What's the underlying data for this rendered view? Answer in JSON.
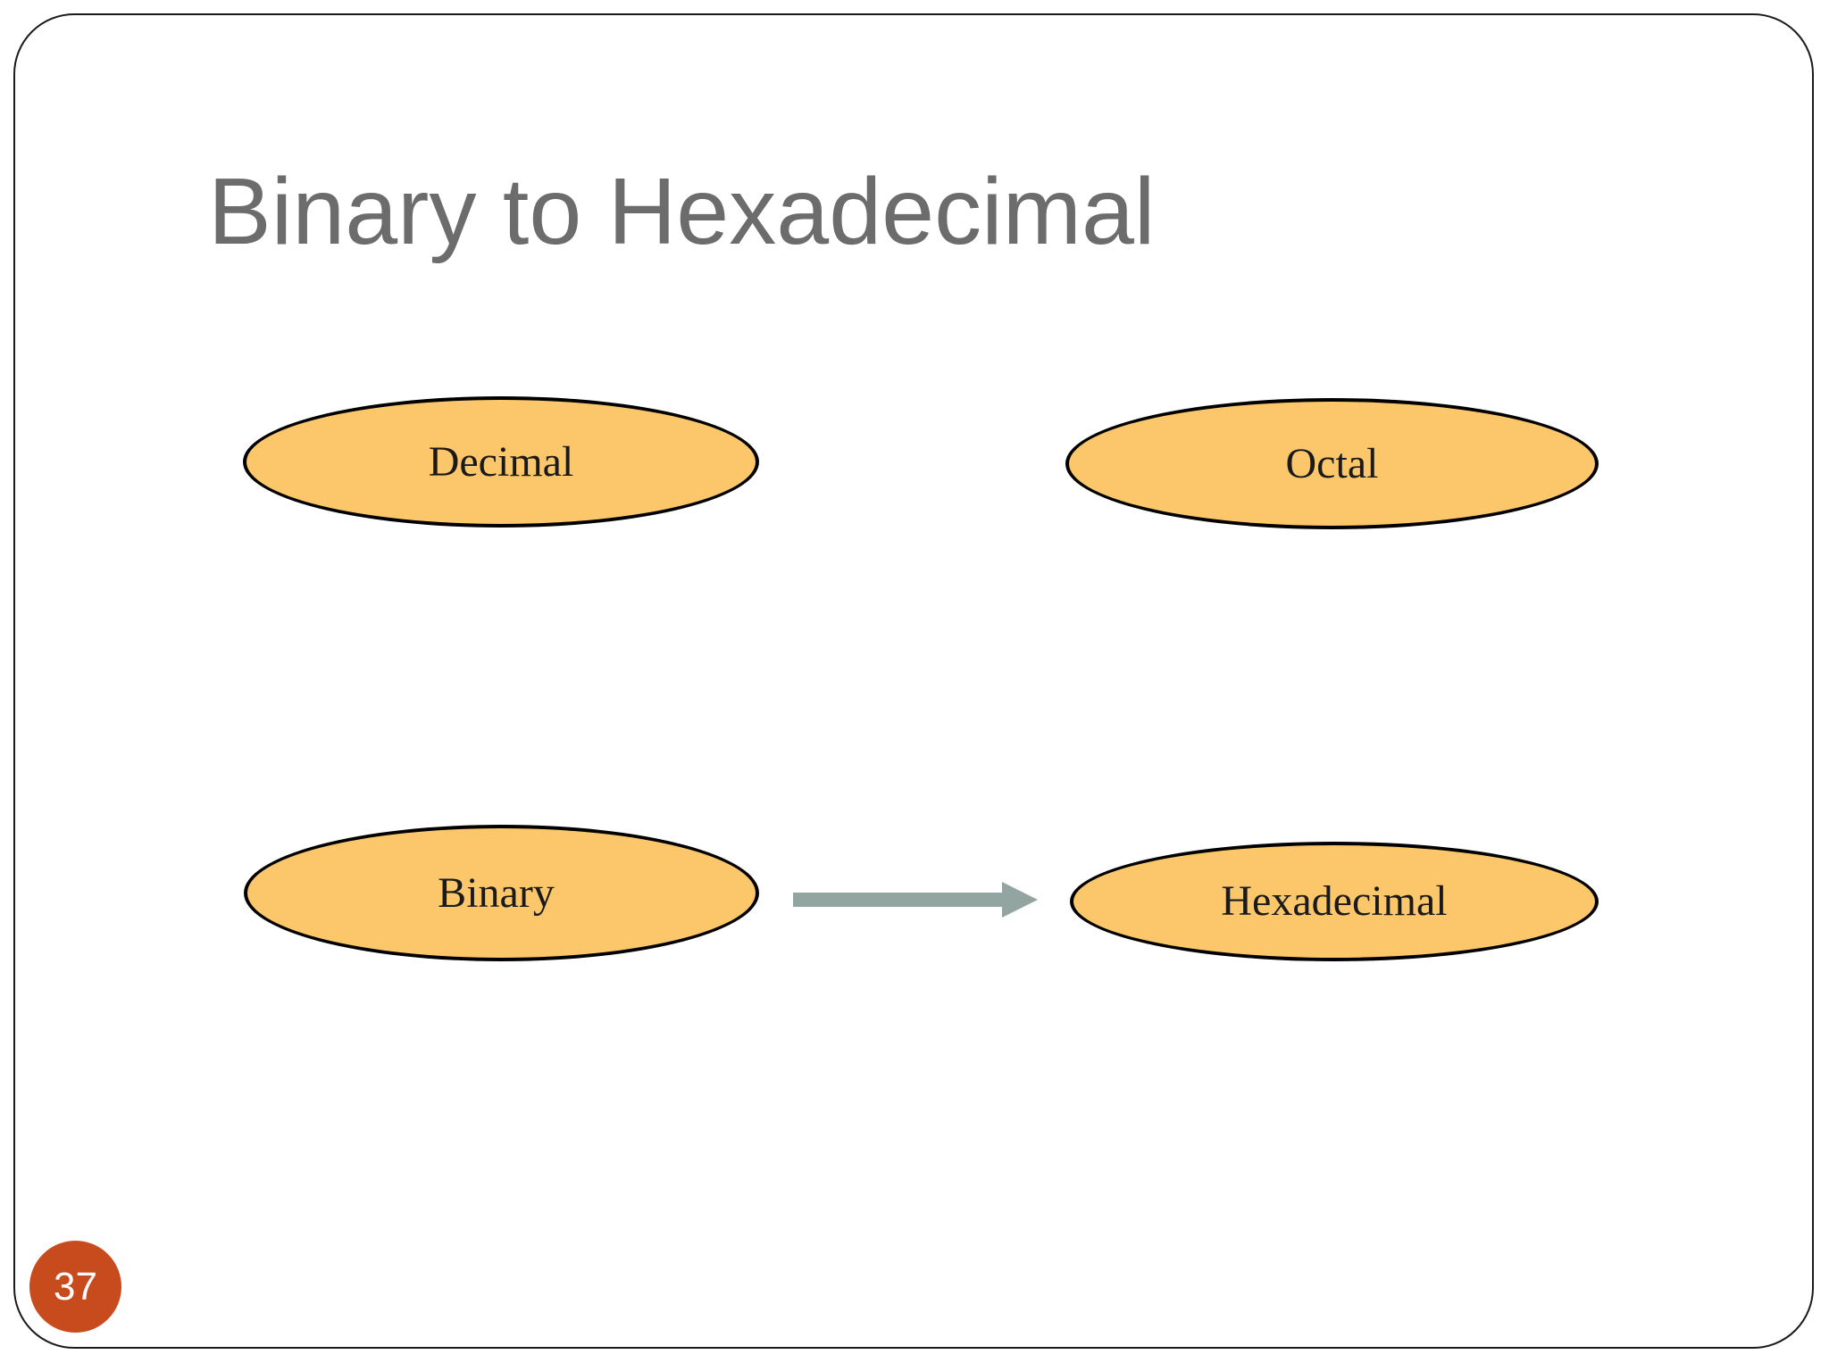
{
  "slide": {
    "title": "Binary to Hexadecimal",
    "page_number": "37",
    "nodes": [
      {
        "id": "decimal",
        "label": "Decimal"
      },
      {
        "id": "octal",
        "label": "Octal"
      },
      {
        "id": "binary",
        "label": "Binary"
      },
      {
        "id": "hexadecimal",
        "label": "Hexadecimal"
      }
    ],
    "arrow": {
      "from": "Binary",
      "to": "Hexadecimal",
      "direction": "right"
    },
    "colors": {
      "background": "#ffffff",
      "slide_border": "#1a1a1a",
      "title_text": "#6c6c6c",
      "node_fill": "#fbc76a",
      "node_stroke": "#000000",
      "arrow": "#93a5a1",
      "page_badge": "#c84b1d",
      "page_text": "#ffffff"
    }
  }
}
